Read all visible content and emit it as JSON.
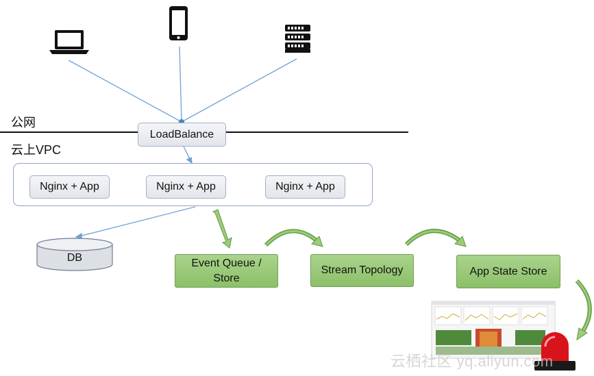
{
  "zones": {
    "public": "公网",
    "vpc": "云上VPC"
  },
  "nodes": {
    "loadbalance": "LoadBalance",
    "apps": [
      "Nginx + App",
      "Nginx + App",
      "Nginx + App"
    ],
    "db": "DB",
    "event_queue": [
      "Event Queue /",
      "Store"
    ],
    "stream_topology": "Stream Topology",
    "app_state_store": "App State Store"
  },
  "icons": {
    "client_laptop": "laptop-icon",
    "client_phone": "smartphone-icon",
    "client_server": "server-icon",
    "dashboard": "dashboard-screenshot",
    "alarm": "alarm-siren-icon"
  },
  "colors": {
    "connector_blue": "#6fa1d4",
    "green_fill": "#9ccb7b",
    "green_arrow": "#5f9a3f",
    "alarm_red": "#d8141a"
  },
  "watermark": "云栖社区 yq.aliyun.com"
}
